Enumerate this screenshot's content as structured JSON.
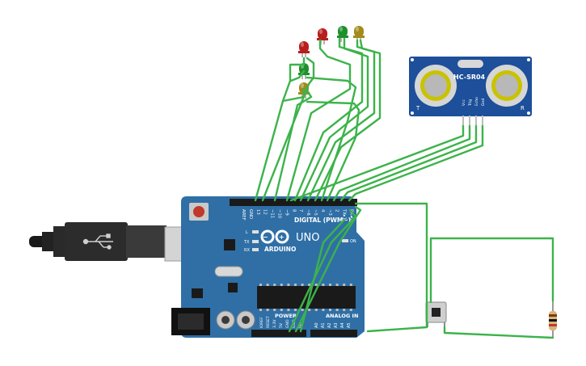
{
  "board": {
    "brand": "ARDUINO",
    "model": "UNO",
    "digital_label": "DIGITAL (PWM~)",
    "analog_label": "ANALOG IN",
    "power_label": "POWER",
    "on_label": "ON",
    "led_l": "L",
    "led_tx": "TX",
    "led_rx": "RX",
    "digital_pins": [
      "AREF",
      "GND",
      "13",
      "12",
      "~11",
      "~10",
      "~9",
      "8",
      "7",
      "~6",
      "~5",
      "4",
      "~3",
      "2",
      "TX▸1",
      "RX◂0"
    ],
    "power_pins": [
      "IOREF",
      "RESET",
      "3.3V",
      "5V",
      "GND",
      "GND",
      "Vin"
    ],
    "analog_pins": [
      "A0",
      "A1",
      "A2",
      "A3",
      "A4",
      "A5"
    ]
  },
  "sensor": {
    "title": "HC-SR04",
    "left_mark": "T",
    "right_mark": "R",
    "pins": [
      "Vcc",
      "Trig",
      "Echo",
      "Gnd"
    ]
  },
  "colors": {
    "board": "#2f6fa6",
    "wire": "#3cb34a",
    "sensor": "#1d4f9a",
    "led_red": "#b81d1d",
    "led_green": "#1e8f2b",
    "led_yellow": "#a38a1c"
  },
  "leds": [
    {
      "color": "red"
    },
    {
      "color": "red"
    },
    {
      "color": "green"
    },
    {
      "color": "yellow"
    },
    {
      "color": "green"
    },
    {
      "color": "yellow"
    }
  ]
}
